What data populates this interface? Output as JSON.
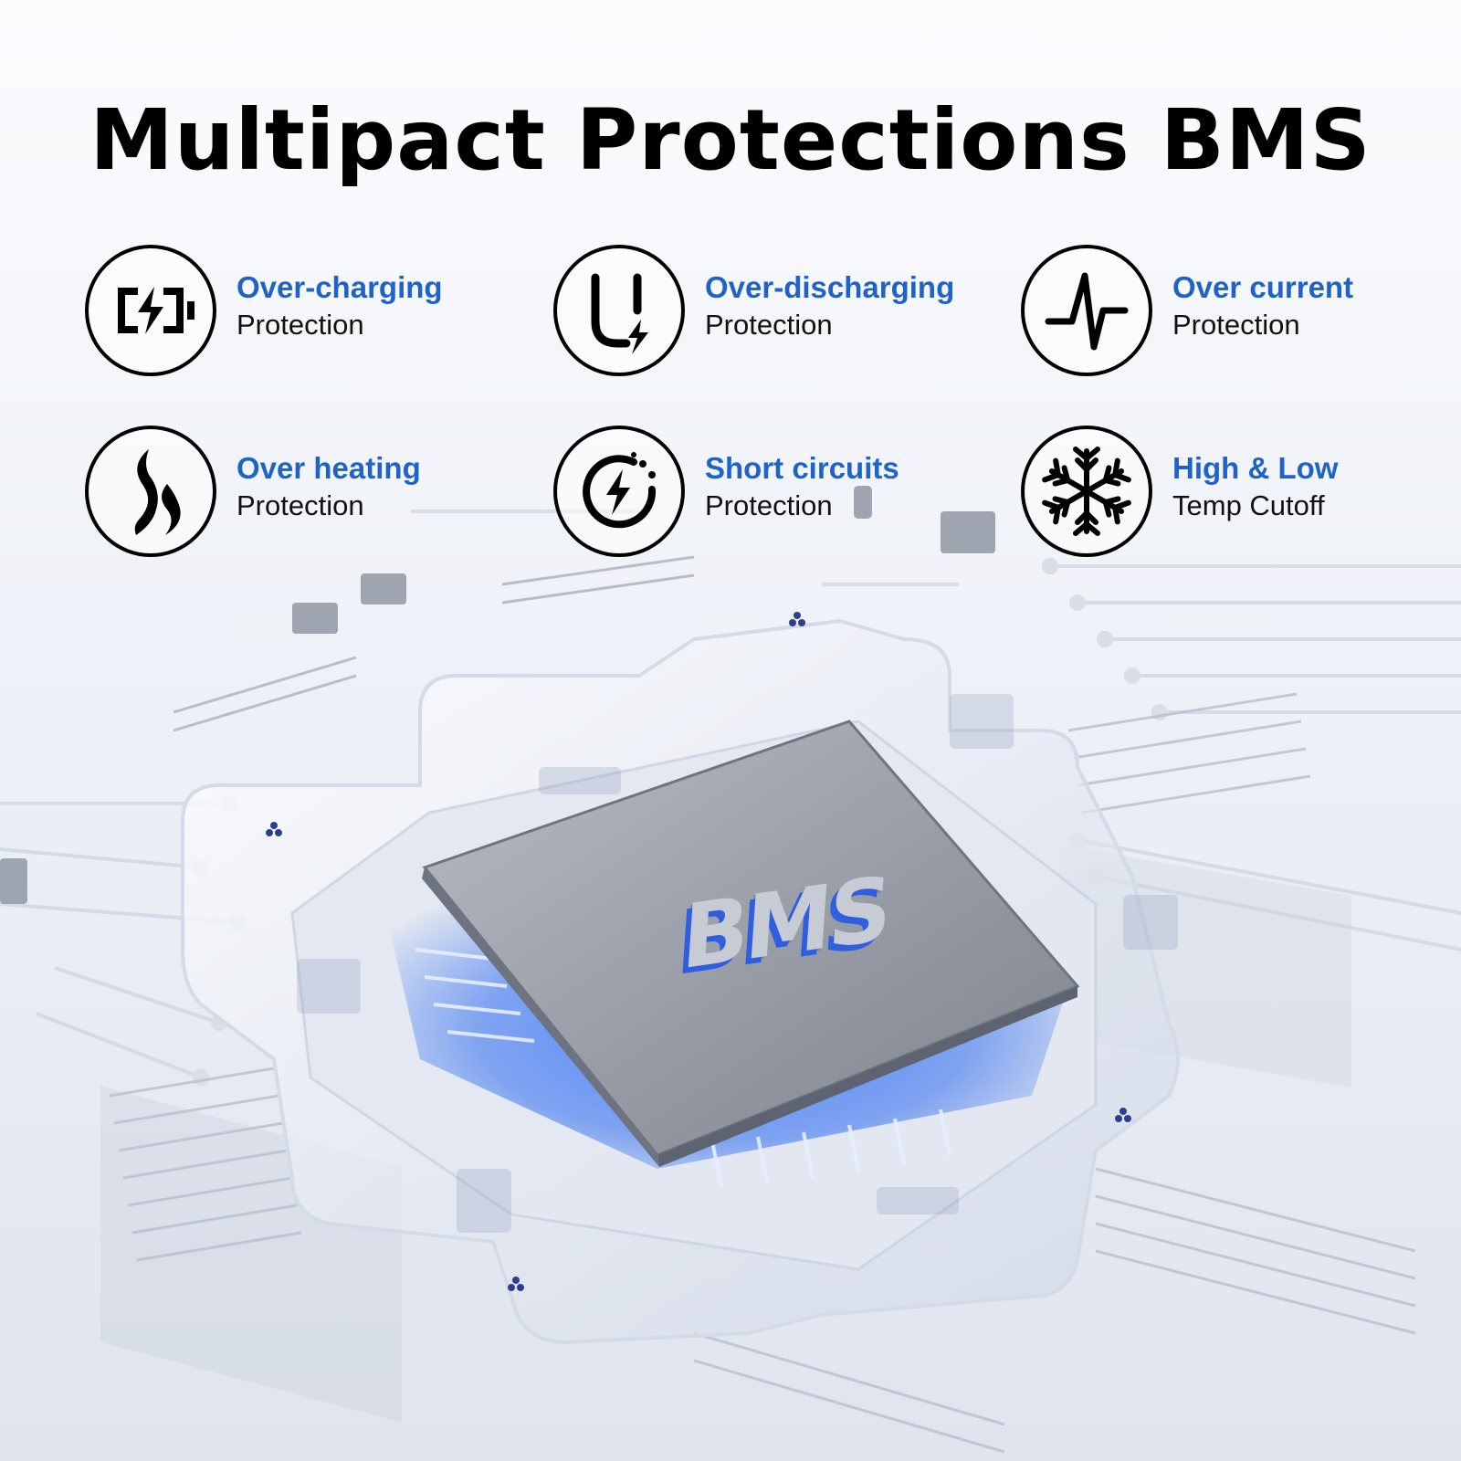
{
  "title": "Multipact Protections BMS",
  "chip_label": "BMS",
  "colors": {
    "accent": "#1f63c9",
    "text": "#111111",
    "glow": "#2f6cf0",
    "background": "#f3f5f9"
  },
  "features": [
    {
      "icon": "battery-charging-icon",
      "line1": "Over-charging",
      "line2": "Protection"
    },
    {
      "icon": "u-bolt-icon",
      "line1": "Over-discharging",
      "line2": "Protection"
    },
    {
      "icon": "pulse-icon",
      "line1": "Over current",
      "line2": "Protection"
    },
    {
      "icon": "flame-icon",
      "line1": "Over heating",
      "line2": "Protection"
    },
    {
      "icon": "bolt-circle-icon",
      "line1": "Short circuits",
      "line2": "Protection"
    },
    {
      "icon": "snowflake-icon",
      "line1": "High & Low",
      "line2": "Temp Cutoff"
    }
  ]
}
